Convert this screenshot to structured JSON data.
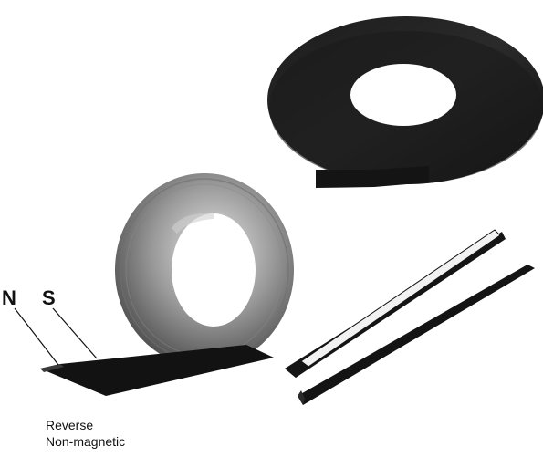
{
  "labels": {
    "north_pole": "N",
    "south_pole": "S"
  },
  "caption": {
    "line1": "Reverse",
    "line2": "Non-magnetic"
  },
  "colors": {
    "strip_dark": "#141414",
    "strip_light": "#f2f2f2",
    "background": "#ffffff"
  }
}
